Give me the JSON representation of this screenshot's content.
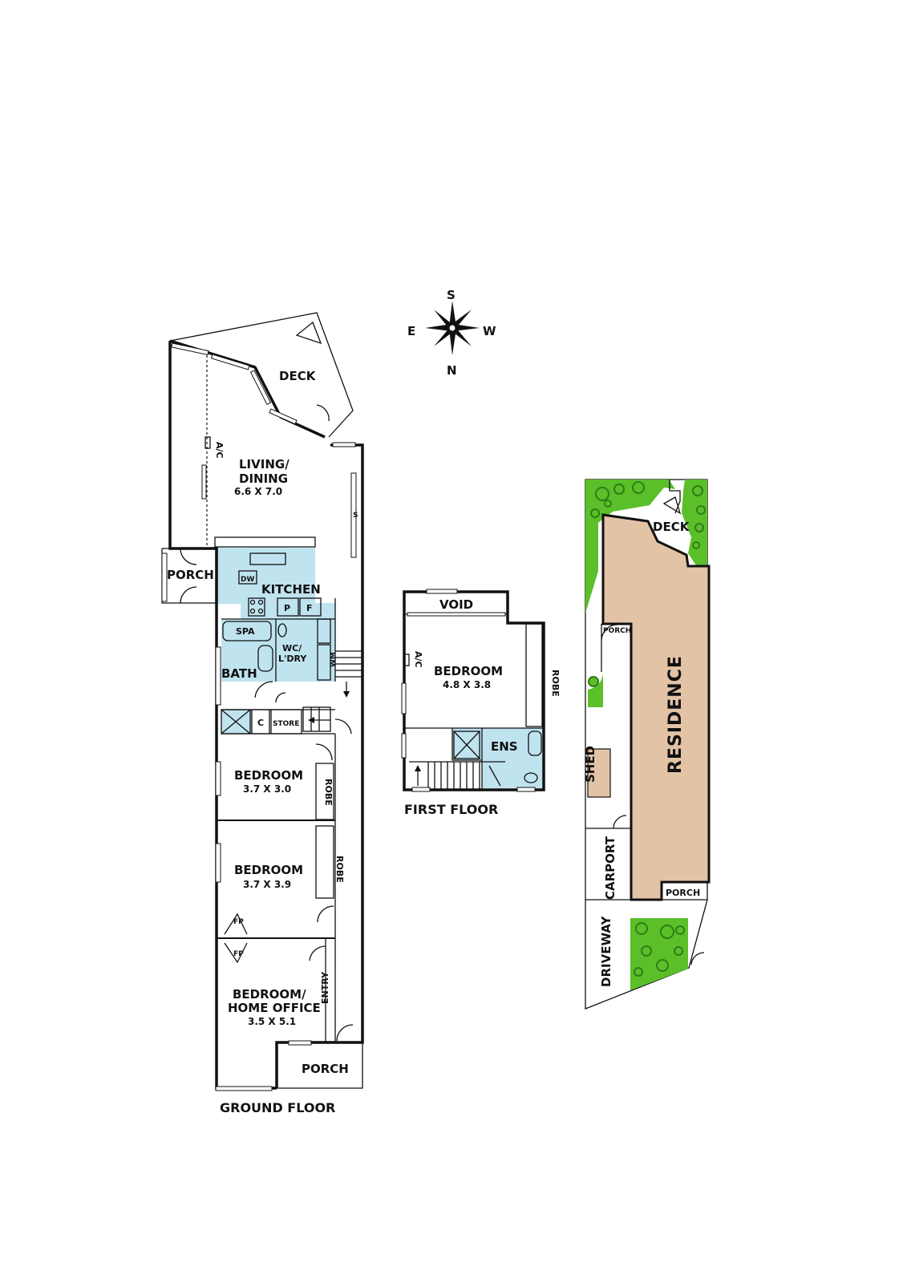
{
  "compass": {
    "s": "S",
    "n": "N",
    "e": "E",
    "w": "W"
  },
  "ground_floor": {
    "caption": "GROUND FLOOR",
    "deck": "DECK",
    "living_line1": "LIVING/",
    "living_line2": "DINING",
    "living_dim": "6.6 X 7.0",
    "ac": "A/C",
    "s": "S",
    "porch_side": "PORCH",
    "dw": "DW",
    "kitchen": "KITCHEN",
    "p": "P",
    "f": "F",
    "spa": "SPA",
    "wc_line1": "WC/",
    "wc_line2": "L'DRY",
    "wm": "WM",
    "bath": "BATH",
    "c": "C",
    "store": "STORE",
    "bed1": "BEDROOM",
    "bed1_dim": "3.7 X 3.0",
    "robe1": "ROBE",
    "bed2": "BEDROOM",
    "bed2_dim": "3.7 X 3.9",
    "robe2": "ROBE",
    "fp1": "FP",
    "fp2": "FP",
    "bed3_line1": "BEDROOM/",
    "bed3_line2": "HOME OFFICE",
    "bed3_dim": "3.5 X 5.1",
    "entry": "ENTRY",
    "porch_front": "PORCH"
  },
  "first_floor": {
    "caption": "FIRST FLOOR",
    "void": "VOID",
    "bedroom": "BEDROOM",
    "bedroom_dim": "4.8 X 3.8",
    "ac": "A/C",
    "robe": "ROBE",
    "ens": "ENS"
  },
  "site": {
    "deck": "DECK",
    "porch_side": "PORCH",
    "residence": "RESIDENCE",
    "shed": "SHED",
    "carport": "CARPORT",
    "porch_front": "PORCH",
    "driveway": "DRIVEWAY",
    "colors": {
      "residence": "#e3c3a6",
      "garden": "#5bbf2a",
      "tree": "#2f7d16"
    }
  }
}
